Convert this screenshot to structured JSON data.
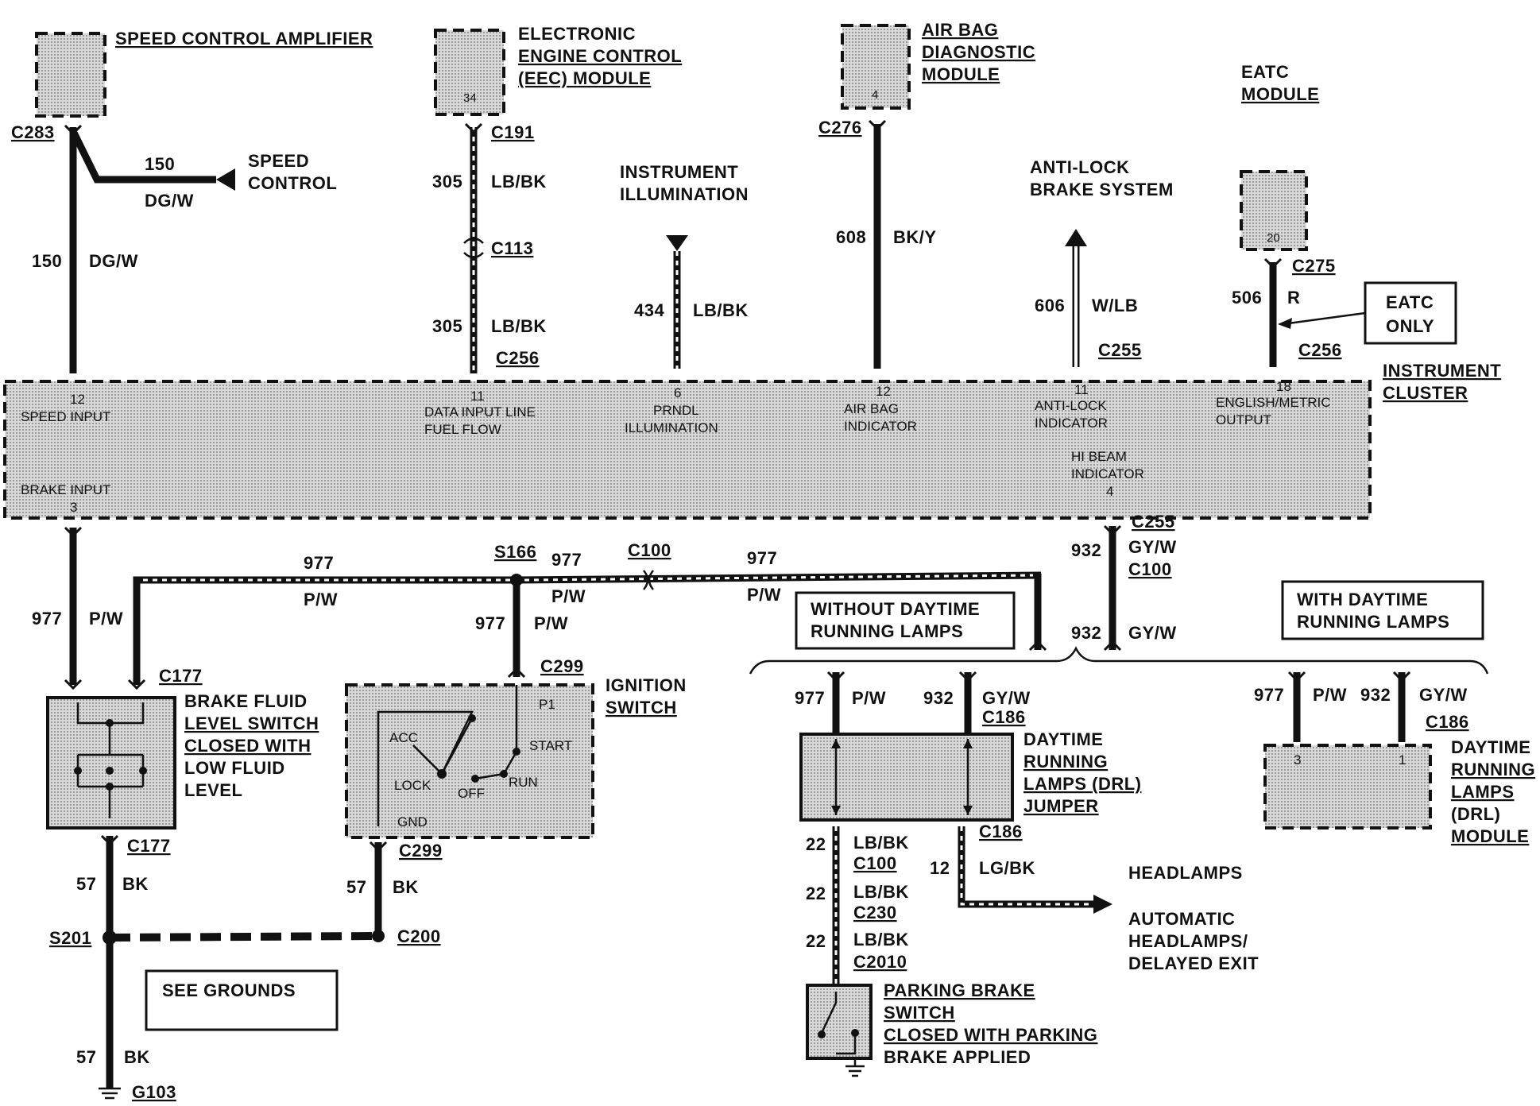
{
  "components": {
    "speed_control_amplifier": "SPEED CONTROL AMPLIFIER",
    "eec_module_line1": "ELECTRONIC",
    "eec_module_line2": "ENGINE CONTROL",
    "eec_module_line3": "(EEC) MODULE",
    "eec_pin": "34",
    "air_bag_line1": "AIR BAG",
    "air_bag_line2": "DIAGNOSTIC",
    "air_bag_line3": "MODULE",
    "air_bag_pin": "4",
    "eatc_line1": "EATC",
    "eatc_line2": "MODULE",
    "eatc_pin": "20",
    "speed_control_line1": "SPEED",
    "speed_control_line2": "CONTROL",
    "instrument_illum_line1": "INSTRUMENT",
    "instrument_illum_line2": "ILLUMINATION",
    "abs_line1": "ANTI-LOCK",
    "abs_line2": "BRAKE SYSTEM",
    "eatc_only_line1": "EATC",
    "eatc_only_line2": "ONLY",
    "instrument_cluster_line1": "INSTRUMENT",
    "instrument_cluster_line2": "CLUSTER",
    "brake_fluid_line1": "BRAKE FLUID",
    "brake_fluid_line2": "LEVEL SWITCH",
    "brake_fluid_line3": "CLOSED WITH",
    "brake_fluid_line4": "LOW FLUID",
    "brake_fluid_line5": "LEVEL",
    "ignition_line1": "IGNITION",
    "ignition_line2": "SWITCH",
    "without_drl_line1": "WITHOUT DAYTIME",
    "without_drl_line2": "RUNNING LAMPS",
    "with_drl_line1": "WITH DAYTIME",
    "with_drl_line2": "RUNNING LAMPS",
    "drl_jumper_line1": "DAYTIME",
    "drl_jumper_line2": "RUNNING",
    "drl_jumper_line3": "LAMPS (DRL)",
    "drl_jumper_line4": "JUMPER",
    "drl_module_line1": "DAYTIME",
    "drl_module_line2": "RUNNING",
    "drl_module_line3": "LAMPS",
    "drl_module_line4": "(DRL)",
    "drl_module_line5": "MODULE",
    "drl_module_pin3": "3",
    "drl_module_pin1": "1",
    "headlamps": "HEADLAMPS",
    "auto_headlamps_line1": "AUTOMATIC",
    "auto_headlamps_line2": "HEADLAMPS/",
    "auto_headlamps_line3": "DELAYED EXIT",
    "parking_brake_line1": "PARKING BRAKE",
    "parking_brake_line2": "SWITCH",
    "parking_brake_line3": "CLOSED WITH PARKING",
    "parking_brake_line4": "BRAKE APPLIED",
    "see_grounds": "SEE GROUNDS"
  },
  "cluster_pins": {
    "speed_pin": "12",
    "speed_name": "SPEED INPUT",
    "data_pin": "11",
    "data_name1": "DATA INPUT LINE",
    "data_name2": "FUEL FLOW",
    "prndl_pin": "6",
    "prndl_name1": "PRNDL",
    "prndl_name2": "ILLUMINATION",
    "airbag_pin": "12",
    "airbag_name1": "AIR BAG",
    "airbag_name2": "INDICATOR",
    "abs_pin": "11",
    "abs_name1": "ANTI-LOCK",
    "abs_name2": "INDICATOR",
    "eng_pin": "18",
    "eng_name1": "ENGLISH/METRIC",
    "eng_name2": "OUTPUT",
    "hibeam_name1": "HI BEAM",
    "hibeam_name2": "INDICATOR",
    "hibeam_pin": "4",
    "brake_name": "BRAKE INPUT",
    "brake_pin": "3"
  },
  "ignition_positions": {
    "acc": "ACC",
    "lock": "LOCK",
    "off": "OFF",
    "run": "RUN",
    "start": "START",
    "p1": "P1",
    "gnd": "GND"
  },
  "connectors": {
    "c283": "C283",
    "c191": "C191",
    "c113": "C113",
    "c256a": "C256",
    "c276": "C276",
    "c255a": "C255",
    "c275": "C275",
    "c256b": "C256",
    "c255b": "C255",
    "c100a": "C100",
    "s166": "S166",
    "c100b": "C100",
    "c177a": "C177",
    "c299a": "C299",
    "c186a": "C186",
    "c186b": "C186",
    "c186c": "C186",
    "c177b": "C177",
    "c299b": "C299",
    "s201": "S201",
    "c200": "C200",
    "c100c": "C100",
    "c230": "C230",
    "c2010": "C2010",
    "g103": "G103"
  },
  "wires": {
    "w150a_num": "150",
    "w150a_col": "DG/W",
    "w150b_num": "150",
    "w150b_col": "DG/W",
    "w305a_num": "305",
    "w305a_col": "LB/BK",
    "w305b_num": "305",
    "w305b_col": "LB/BK",
    "w434_num": "434",
    "w434_col": "LB/BK",
    "w608_num": "608",
    "w608_col": "BK/Y",
    "w606_num": "606",
    "w606_col": "W/LB",
    "w506_num": "506",
    "w506_col": "R",
    "w977a_num": "977",
    "w977a_col": "P/W",
    "w977b_num": "977",
    "w977b_col": "P/W",
    "w977c_num": "977",
    "w977c_col": "P/W",
    "w977d_num": "977",
    "w977d_col": "P/W",
    "w977e_num": "977",
    "w977e_col": "P/W",
    "w932a_num": "932",
    "w932a_col": "GY/W",
    "w932b_num": "932",
    "w932b_col": "GY/W",
    "w977f_num": "977",
    "w977f_col": "P/W",
    "w932c_num": "932",
    "w932c_col": "GY/W",
    "w977g_num": "977",
    "w977g_col": "P/W",
    "w932d_num": "932",
    "w932d_col": "GY/W",
    "w22a_num": "22",
    "w22a_col": "LB/BK",
    "w22b_num": "22",
    "w22b_col": "LB/BK",
    "w22c_num": "22",
    "w22c_col": "LB/BK",
    "w12_num": "12",
    "w12_col": "LG/BK",
    "w57a_num": "57",
    "w57a_col": "BK",
    "w57b_num": "57",
    "w57b_col": "BK",
    "w57c_num": "57",
    "w57c_col": "BK"
  }
}
